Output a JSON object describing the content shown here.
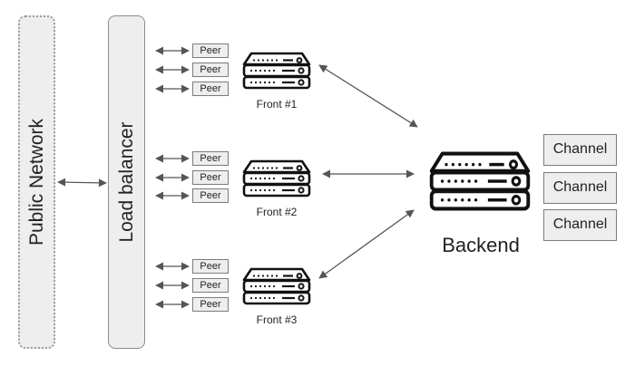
{
  "public_network": {
    "label": "Public Network"
  },
  "load_balancer": {
    "label": "Load balancer"
  },
  "peer_label": "Peer",
  "fronts": [
    {
      "label": "Front #1",
      "peers": [
        "Peer",
        "Peer",
        "Peer"
      ]
    },
    {
      "label": "Front #2",
      "peers": [
        "Peer",
        "Peer",
        "Peer"
      ]
    },
    {
      "label": "Front #3",
      "peers": [
        "Peer",
        "Peer",
        "Peer"
      ]
    }
  ],
  "backend": {
    "label": "Backend"
  },
  "channels": [
    "Channel",
    "Channel",
    "Channel"
  ],
  "icons": {
    "server": "server-icon"
  }
}
